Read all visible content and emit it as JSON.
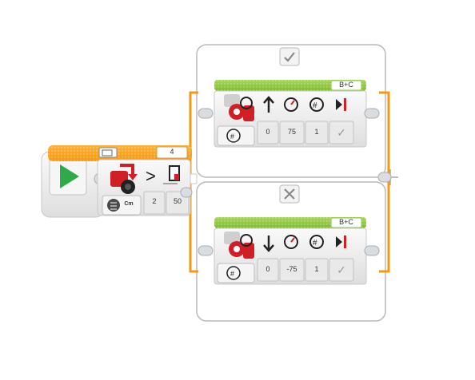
{
  "start_block": {
    "name": "Start",
    "accent": "#2eaa4a"
  },
  "switch_block": {
    "port": "4",
    "mode_label": "Cm",
    "compare_symbol": ">",
    "compare_type": "2",
    "threshold": "50",
    "accent": "#f7a21b",
    "true_case_label": "✓",
    "false_case_label": "✕"
  },
  "true_case": {
    "ports": "B+C",
    "steering": "0",
    "power": "75",
    "rotations": "1",
    "brake": "✓",
    "accent": "#8cc63f"
  },
  "false_case": {
    "ports": "B+C",
    "steering": "0",
    "power": "-75",
    "rotations": "1",
    "brake": "✓",
    "accent": "#8cc63f"
  }
}
